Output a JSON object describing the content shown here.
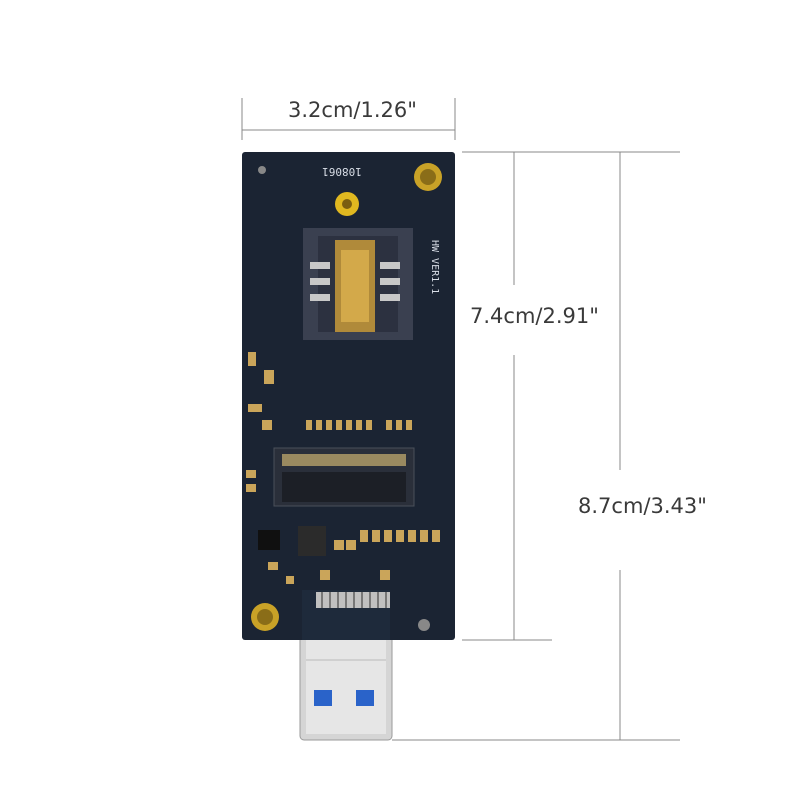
{
  "dimensions": {
    "width_label": "3.2cm/1.26\"",
    "board_length_label": "7.4cm/2.91\"",
    "total_length_label": "8.7cm/3.43\""
  },
  "pcb": {
    "serial_text": "108061",
    "version_text": "HW VER1.1",
    "color": "#1b2433"
  },
  "colors": {
    "gold": "#c9a227",
    "dimension_line": "#888888",
    "usb_metal": "#d8d8d8",
    "usb_tongue": "#2a63c9"
  }
}
